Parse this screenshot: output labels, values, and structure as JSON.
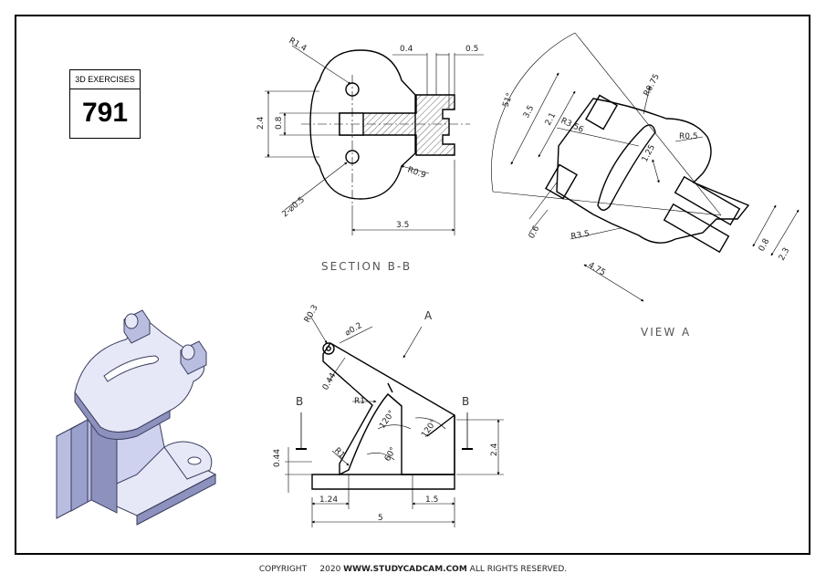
{
  "title_box": {
    "label": "3D EXERCISES",
    "number": "791"
  },
  "views": {
    "section": "SECTION B-B",
    "view_a": "VIEW A",
    "arrow_a": "A",
    "cut_left": "B",
    "cut_right": "B"
  },
  "dims_section": {
    "r14": "R1.4",
    "d04": "0.4",
    "d05": "0.5",
    "d24": "2.4",
    "d08": "0.8",
    "r09": "R0.9",
    "holes": "2-⌀0.5",
    "d35": "3.5"
  },
  "dims_view_a": {
    "a51": "51°",
    "d35": "3.5",
    "d21": "2.1",
    "r075": "R0.75",
    "r356": "R3.56",
    "r05": "R0.5",
    "d125": "1.25",
    "d06": "0.6",
    "r35": "R3.5",
    "d475": "4.75",
    "d08": "0.8",
    "d23": "2.3"
  },
  "dims_front": {
    "r03": "R0.3",
    "d02": "⌀0.2",
    "d044a": "0.44",
    "r1a": "R1",
    "a120a": "120°",
    "a120b": "120°",
    "r1b": "R1",
    "a60": "60°",
    "d044b": "0.44",
    "d24": "2.4",
    "d124": "1.24",
    "d15": "1.5",
    "d5": "5"
  },
  "footer": {
    "copyright": "COPYRIGHT",
    "year": "2020",
    "site": "WWW.STUDYCADCAM.COM",
    "rights": "ALL RIGHTS RESERVED."
  },
  "colors": {
    "line": "#000000",
    "iso_face_light": "#e6e8f7",
    "iso_face_mid": "#b9bde0",
    "iso_face_dark": "#8c91bd"
  }
}
